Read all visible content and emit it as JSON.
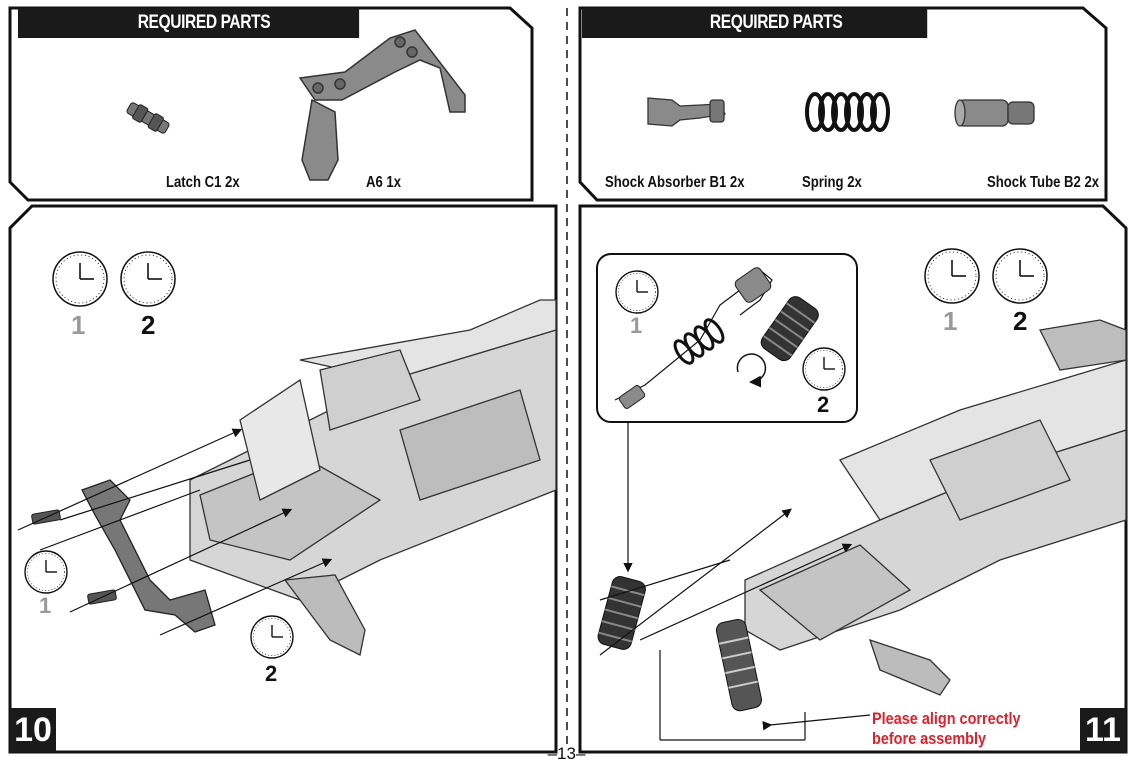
{
  "left_parts": {
    "header": "REQUIRED PARTS",
    "items": [
      {
        "label": "Latch C1  2x"
      },
      {
        "label": "A6 1x"
      }
    ]
  },
  "right_parts": {
    "header": "REQUIRED PARTS",
    "items": [
      {
        "label": "Shock Absorber B1  2x"
      },
      {
        "label": "Spring  2x"
      },
      {
        "label": "Shock Tube B2  2x"
      }
    ]
  },
  "step10": {
    "number": "10",
    "timers": [
      {
        "label": "1"
      },
      {
        "label": "2"
      },
      {
        "label": "1"
      },
      {
        "label": "2"
      }
    ]
  },
  "step11": {
    "number": "11",
    "timers": [
      {
        "label": "1"
      },
      {
        "label": "2"
      }
    ],
    "inset_timers": [
      {
        "label": "1"
      },
      {
        "label": "2"
      }
    ],
    "note_line1": "Please align correctly",
    "note_line2": "before assembly"
  },
  "page_number": "–13–",
  "colors": {
    "frame": "#1a1a1a",
    "note": "#e0202a",
    "part_grey": "#8a8a8a",
    "timer_grey": "#999999"
  }
}
